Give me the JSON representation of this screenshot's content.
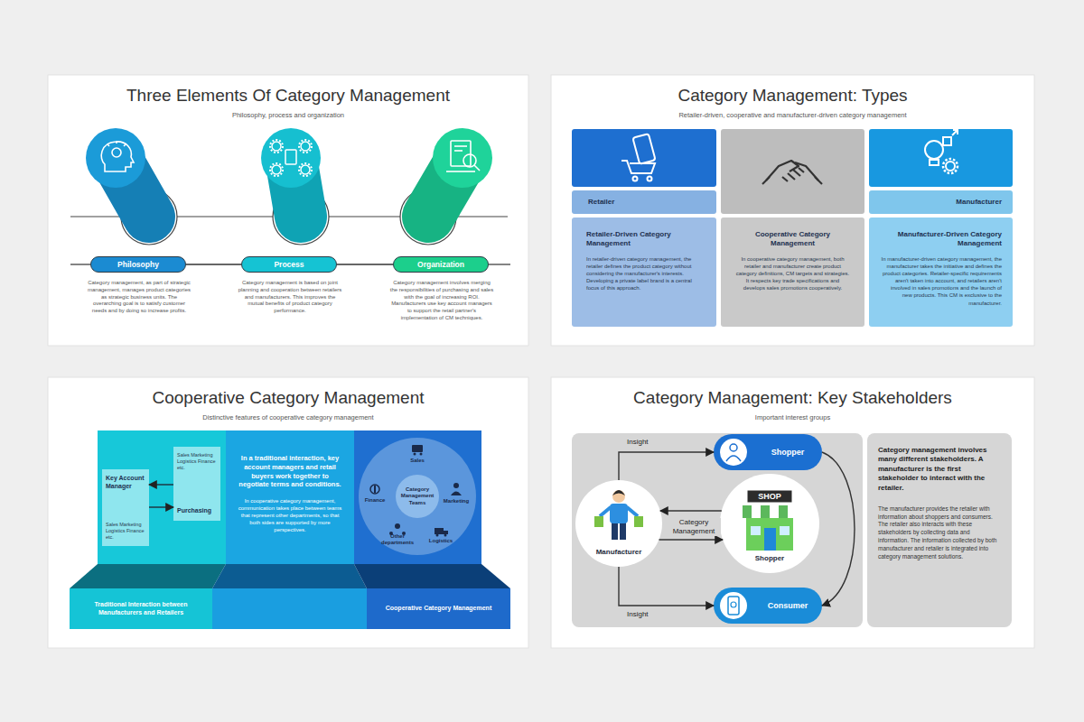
{
  "diagram": {
    "nodes": [
      {
        "text": [
          "Three Elements Of Category Management",
          "Philosophy, process and organization"
        ]
      },
      {
        "text": [
          "Philosophy",
          "Category management, as part of strategic management, manages product categories as strategic business units. The overarching goal is to satisfy customer needs and by doing so increase profits."
        ],
        "in": 0
      },
      {
        "text": [
          "Process",
          "Category management is based on joint planning and cooperation between retailers and manufacturers. This improves the mutual benefits of product category performance."
        ],
        "in": 0
      },
      {
        "text": [
          "Organization",
          "Category management involves merging the responsibilities of purchasing and sales with the goal of increasing ROI. Manufacturers use key account managers to support the retail partner's implementation of CM techniques."
        ],
        "in": 0
      },
      {
        "text": [
          "Category Management: Types",
          "Retailer-driven, cooperative and manufacturer-driven category management"
        ]
      },
      {
        "text": [
          "Retailer"
        ],
        "in": 4
      },
      {
        "text": [
          "Manufacturer"
        ],
        "in": 4
      },
      {
        "text": [
          "Retailer-Driven Category Management",
          "In retailer-driven category management, the retailer defines the product category without considering the manufacturer's interests. Developing a private label brand is a central focus of this approach."
        ],
        "in": 4
      },
      {
        "text": [
          "Cooperative Category Management",
          "In cooperative category management, both retailer and manufacturer create product category definitions, CM targets and strategies. It respects key trade specifications and develops sales promotions cooperatively."
        ],
        "in": 4
      },
      {
        "text": [
          "Manufacturer-Driven Category Management",
          "In manufacturer-driven category management, the manufacturer takes the initiative and defines the product categories. Retailer-specific requirements aren't taken into account, and retailers aren't involved in sales promotions and the launch of new products. This CM is exclusive to the manufacturer."
        ],
        "in": 4
      },
      {
        "text": [
          "Cooperative Category Management",
          "Distinctive features of cooperative category management"
        ]
      },
      {
        "text": [
          "Key Account Manager",
          "Sales Marketing Logistics Finance etc."
        ],
        "in": 10
      },
      {
        "text": [
          "Sales Marketing Logistics Finance etc.",
          "Purchasing"
        ],
        "in": 10
      },
      {
        "text": [
          "In a traditional interaction, key account managers and retail buyers work together to negotiate terms and conditions.",
          "In cooperative category management, communication takes place between teams that represent other departments, so that both sides are supported by more perspectives."
        ],
        "in": 10
      },
      {
        "text": [
          "Sales",
          "Marketing",
          "Logistics",
          "Other departments",
          "Finance"
        ],
        "in": 10
      },
      {
        "text": [
          "Category Management Teams"
        ],
        "in": 14
      },
      {
        "text": [
          "Traditional Interaction between Manufacturers and Retailers"
        ],
        "in": 10
      },
      {
        "text": [
          "Cooperative Category Management"
        ],
        "in": 10
      },
      {
        "text": [
          "Category Management: Key Stakeholders",
          "Important interest groups"
        ]
      },
      {
        "text": [
          "Shopper"
        ],
        "in": 18
      },
      {
        "text": [
          "Manufacturer"
        ],
        "in": 18
      },
      {
        "text": [
          "SHOP",
          "Shopper"
        ],
        "in": 18
      },
      {
        "text": [
          "Consumer"
        ],
        "in": 18
      },
      {
        "text": [
          "Category management involves many different stakeholders. A manufacturer is the first stakeholder to interact with the retailer.",
          "The manufacturer provides the retailer with information about shoppers and consumers. The retailer also interacts with these stakeholders by collecting data and information. The information collected by both manufacturer and retailer is integrated into category management solutions."
        ],
        "in": 18
      }
    ],
    "edges": [
      {
        "from": 1,
        "to": 2,
        "arrow": "none"
      },
      {
        "from": 2,
        "to": 3,
        "arrow": "none"
      },
      {
        "from": 11,
        "to": 12,
        "arrow": "to"
      },
      {
        "from": 12,
        "to": 11,
        "arrow": "to"
      },
      {
        "from": 20,
        "to": 19,
        "label": "Insight",
        "arrow": "to"
      },
      {
        "from": 20,
        "to": 22,
        "label": "Insight",
        "arrow": "to"
      },
      {
        "from": 21,
        "to": 20,
        "arrow": "to"
      },
      {
        "from": 20,
        "to": 21,
        "label": "Category Management",
        "arrow": "to"
      },
      {
        "from": 19,
        "to": 22,
        "arrow": "to"
      }
    ]
  }
}
